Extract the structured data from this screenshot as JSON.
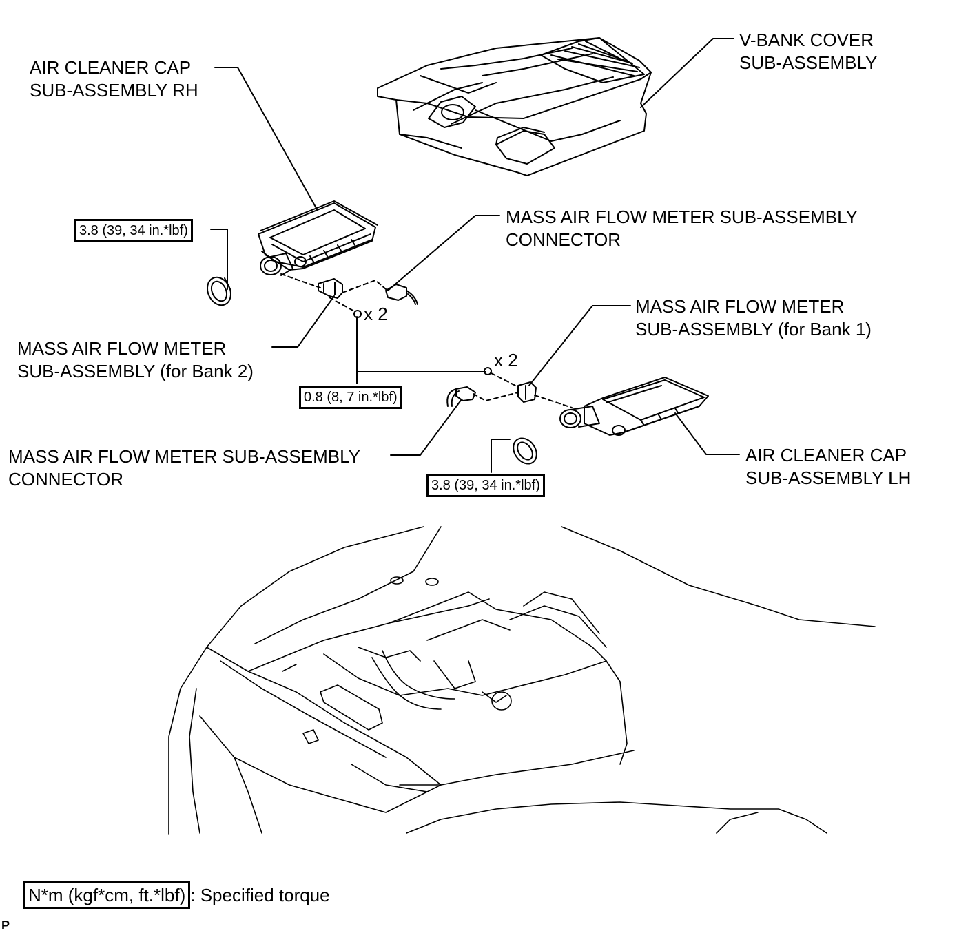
{
  "labels": {
    "air_cleaner_rh": [
      "AIR CLEANER CAP",
      "SUB-ASSEMBLY RH"
    ],
    "v_bank_cover": [
      "V-BANK COVER",
      "SUB-ASSEMBLY"
    ],
    "maf_connector_top": [
      "MASS AIR FLOW METER SUB-ASSEMBLY",
      "CONNECTOR"
    ],
    "maf_bank1": [
      "MASS AIR FLOW METER",
      "SUB-ASSEMBLY (for Bank 1)"
    ],
    "maf_bank2": [
      "MASS AIR FLOW METER",
      "SUB-ASSEMBLY (for Bank 2)"
    ],
    "maf_connector_bottom": [
      "MASS AIR FLOW METER SUB-ASSEMBLY",
      "CONNECTOR"
    ],
    "air_cleaner_lh": [
      "AIR CLEANER CAP",
      "SUB-ASSEMBLY LH"
    ]
  },
  "torque": {
    "clamp_rh": "3.8 (39, 34 in.*lbf)",
    "screws": "0.8 (8, 7 in.*lbf)",
    "clamp_lh": "3.8 (39, 34 in.*lbf)"
  },
  "quantities": {
    "screws_bank2": "x 2",
    "screws_bank1": "x 2"
  },
  "legend": {
    "box": "N*m (kgf*cm, ft.*lbf)",
    "text": ": Specified torque"
  },
  "corner_mark": "P"
}
